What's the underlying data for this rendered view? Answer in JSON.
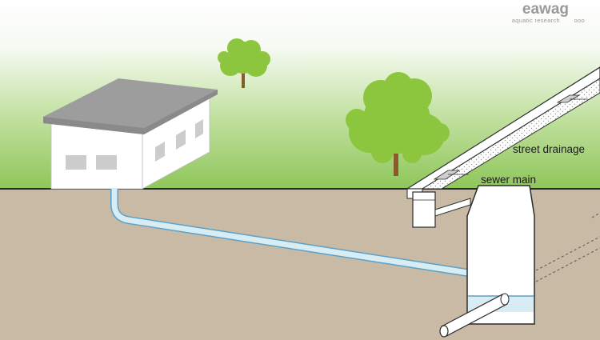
{
  "logo": {
    "name": "eawag",
    "tagline": "aquatic research",
    "dots": "ooo"
  },
  "labels": {
    "street_drainage": "street drainage",
    "sewer_main": "sewer main"
  },
  "colors": {
    "sky_top": "#ffffff",
    "grass": "#8fc65a",
    "soil": "#c8baa5",
    "pipe_fill": "#d8edf3",
    "pipe_stroke": "#5aa0c8",
    "tree": "#8cc63f",
    "trunk": "#8b5a2b",
    "roof": "#9d9d9d",
    "wall": "#ffffff",
    "window": "#cccccc"
  }
}
